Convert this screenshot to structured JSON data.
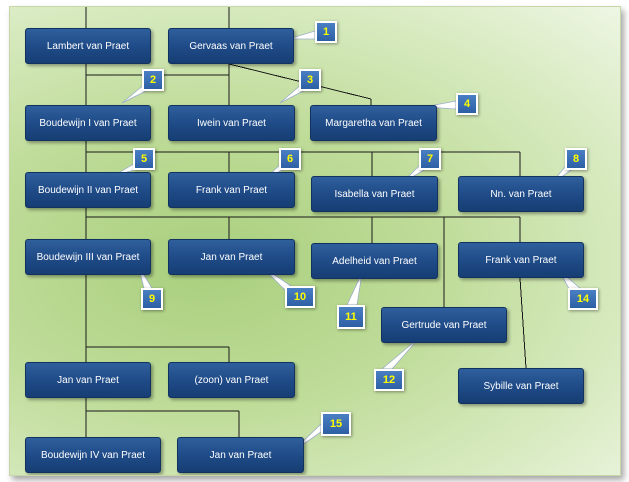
{
  "people": [
    {
      "id": "lambert",
      "name": "Lambert van Praet"
    },
    {
      "id": "gervaas",
      "name": "Gervaas van Praet"
    },
    {
      "id": "boudewijn1",
      "name": "Boudewijn I van Praet"
    },
    {
      "id": "iwein",
      "name": "Iwein van Praet"
    },
    {
      "id": "margaretha",
      "name": "Margaretha van Praet"
    },
    {
      "id": "boudewijn2",
      "name": "Boudewijn II van Praet"
    },
    {
      "id": "frank1",
      "name": "Frank van Praet"
    },
    {
      "id": "isabella",
      "name": "Isabella van  Praet"
    },
    {
      "id": "nn",
      "name": "Nn. van Praet"
    },
    {
      "id": "boudewijn3",
      "name": "Boudewijn III van Praet"
    },
    {
      "id": "jan1",
      "name": "Jan van Praet"
    },
    {
      "id": "adelheid",
      "name": "Adelheid van Praet"
    },
    {
      "id": "frank2",
      "name": "Frank van Praet"
    },
    {
      "id": "gertrude",
      "name": "Gertrude van Praet"
    },
    {
      "id": "jan2",
      "name": "Jan van Praet"
    },
    {
      "id": "zoon",
      "name": "(zoon) van Praet"
    },
    {
      "id": "sybille",
      "name": "Sybille van Praet"
    },
    {
      "id": "boudewijn4",
      "name": "Boudewijn IV van Praet"
    },
    {
      "id": "jan3",
      "name": "Jan van Praet"
    }
  ],
  "callouts": [
    {
      "label": "1",
      "target": "gervaas"
    },
    {
      "label": "2",
      "target": "boudewijn1"
    },
    {
      "label": "3",
      "target": "iwein"
    },
    {
      "label": "4",
      "target": "margaretha"
    },
    {
      "label": "5",
      "target": "boudewijn2"
    },
    {
      "label": "6",
      "target": "frank1"
    },
    {
      "label": "7",
      "target": "isabella"
    },
    {
      "label": "8",
      "target": "nn"
    },
    {
      "label": "9",
      "target": "boudewijn3"
    },
    {
      "label": "10",
      "target": "jan1"
    },
    {
      "label": "11",
      "target": "adelheid"
    },
    {
      "label": "12",
      "target": "gertrude"
    },
    {
      "label": "14",
      "target": "frank2"
    },
    {
      "label": "15",
      "target": "jan3"
    }
  ],
  "colors": {
    "node_fill": "#1e4a86",
    "badge_text": "#ffff00",
    "badge_fill": "#3b6fb5",
    "connector": "#1a1a1a",
    "background": "#bfdc99"
  }
}
